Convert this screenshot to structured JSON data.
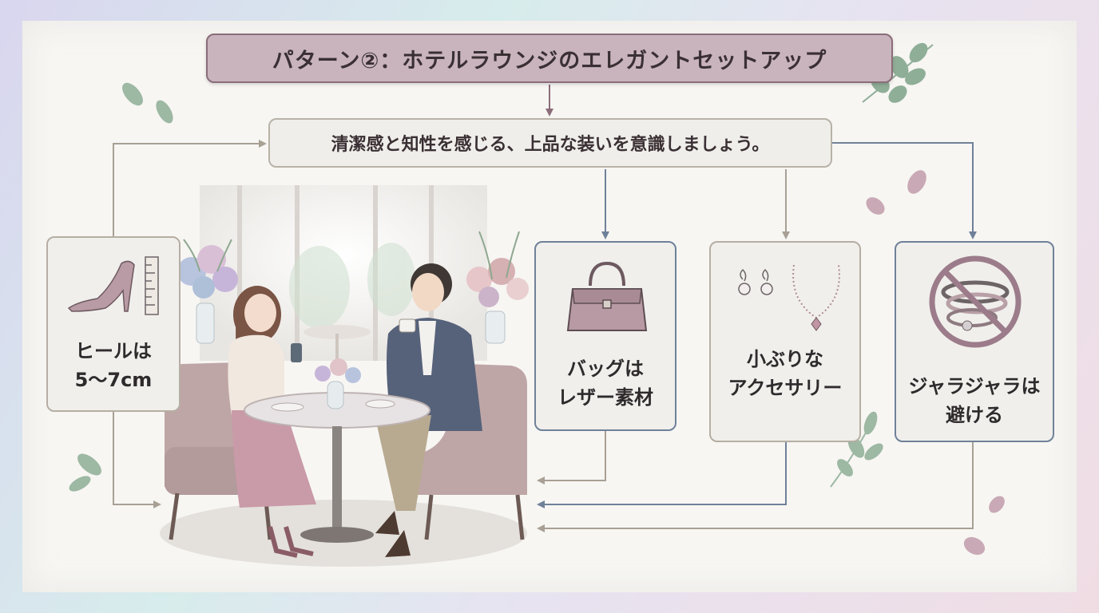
{
  "title": "パターン②：ホテルラウンジのエレガントセットアップ",
  "subtitle": "清潔感と知性を感じる、上品な装いを意識しましょう。",
  "cards": {
    "heel": {
      "label": "ヒールは\n5〜7cm",
      "icon": "high-heel-ruler-icon"
    },
    "bag": {
      "label": "バッグは\nレザー素材",
      "icon": "handbag-icon"
    },
    "accessory": {
      "label": "小ぶりな\nアクセサリー",
      "icon": "earrings-necklace-icon"
    },
    "jara": {
      "label": "ジャラジャラは\n避ける",
      "icon": "no-bracelets-icon"
    }
  },
  "colors": {
    "title_fill": "#c9b4bd",
    "title_border": "#8a6d79",
    "accent_blue": "#6f8199",
    "accent_taupe": "#b6aea3",
    "arrow_mauve": "#8a6d79"
  },
  "illustration": "couple-in-hotel-lounge-illustration"
}
